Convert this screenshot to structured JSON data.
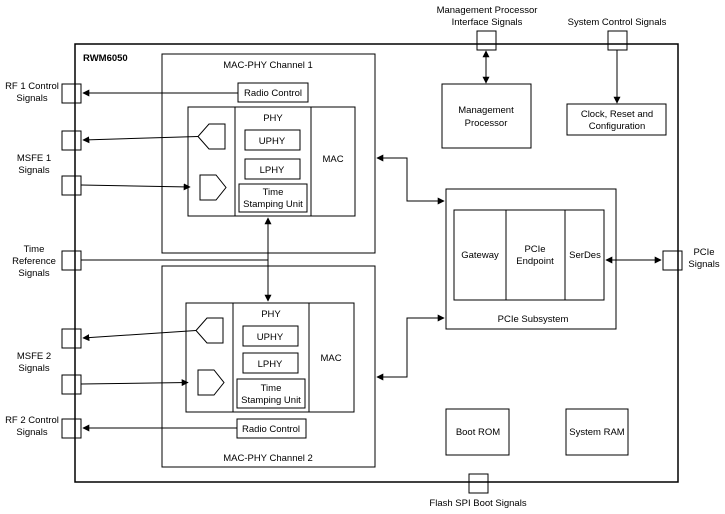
{
  "chip_name": "RWM6050",
  "ext_labels": {
    "mgmt_proc_if": [
      "Management Processor",
      "Interface  Signals"
    ],
    "sys_ctrl": "System Control  Signals",
    "rf1": [
      "RF 1 Control",
      "Signals"
    ],
    "msfe1": [
      "MSFE 1",
      "Signals"
    ],
    "time_ref": [
      "Time",
      "Reference",
      "Signals"
    ],
    "msfe2": [
      "MSFE 2",
      "Signals"
    ],
    "rf2": [
      "RF 2 Control",
      "Signals"
    ],
    "pcie": [
      "PCIe",
      "Signals"
    ],
    "flash": "Flash SPI Boot Signals"
  },
  "ch1": {
    "title": "MAC-PHY Channel 1",
    "radio_control": "Radio Control",
    "phy": "PHY",
    "uphy": "UPHY",
    "lphy": "LPHY",
    "tsu": [
      "Time",
      "Stamping Unit"
    ],
    "mac": "MAC"
  },
  "ch2": {
    "title": "MAC-PHY Channel 2",
    "radio_control": "Radio Control",
    "phy": "PHY",
    "uphy": "UPHY",
    "lphy": "LPHY",
    "tsu": [
      "Time",
      "Stamping Unit"
    ],
    "mac": "MAC"
  },
  "mgmt_processor": [
    "Management",
    "Processor"
  ],
  "clock": [
    "Clock,  Reset and",
    "Configuration"
  ],
  "pcie_subsystem": {
    "title": "PCIe Subsystem",
    "gateway": "Gateway",
    "endpoint": [
      "PCIe",
      "Endpoint"
    ],
    "serdes": "SerDes"
  },
  "boot_rom": "Boot ROM",
  "system_ram": "System RAM"
}
